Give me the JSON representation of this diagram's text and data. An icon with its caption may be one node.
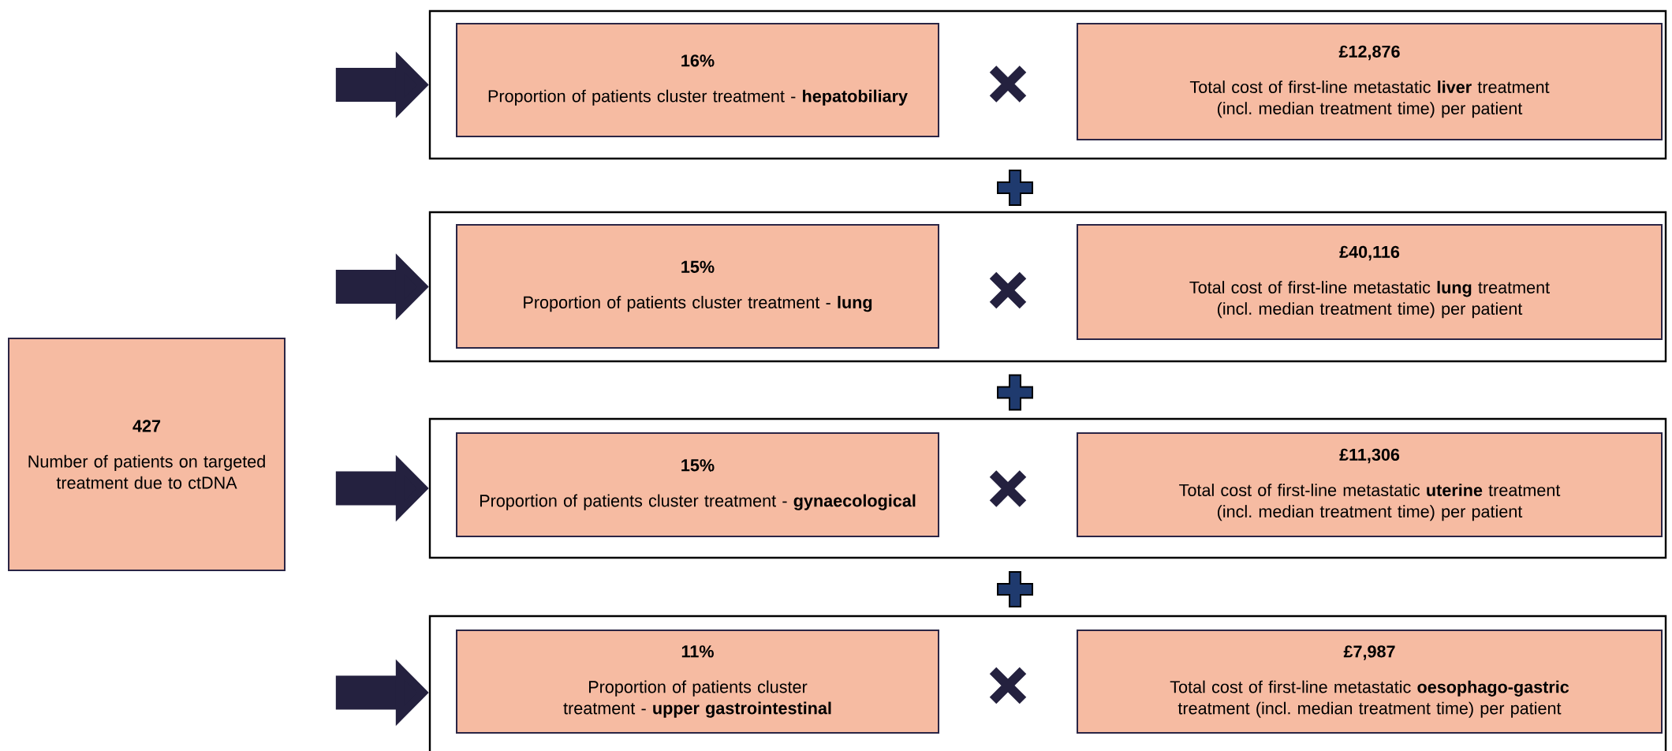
{
  "diagram": {
    "nodes": [
      {
        "text": [
          "427",
          "Number of patients on targeted treatment due to ctDNA"
        ]
      },
      {
        "text": [],
        "shape": "box"
      },
      {
        "text": [
          "16%",
          "Proportion of patients cluster treatment - **hepatobiliary**"
        ],
        "in": 1
      },
      {
        "text": [
          "£12,876",
          "Total cost of first-line metastatic **liver** treatment (incl. median treatment time) per patient"
        ],
        "in": 1
      },
      {
        "text": [],
        "shape": "box"
      },
      {
        "text": [
          "15%",
          "Proportion of patients cluster treatment - **lung**"
        ],
        "in": 4
      },
      {
        "text": [
          "£40,116",
          "Total cost of first-line metastatic **lung** treatment (incl. median treatment time) per patient"
        ],
        "in": 4
      },
      {
        "text": [],
        "shape": "box"
      },
      {
        "text": [
          "15%",
          "Proportion of patients cluster treatment - **gynaecological**"
        ],
        "in": 7
      },
      {
        "text": [
          "£11,306",
          "Total cost of first-line metastatic **uterine** treatment (incl. median treatment time) per patient"
        ],
        "in": 7
      },
      {
        "text": [],
        "shape": "box"
      },
      {
        "text": [
          "11%",
          "Proportion of patients cluster treatment - **upper gastrointestinal**"
        ],
        "in": 10
      },
      {
        "text": [
          "£7,987",
          "Total cost of first-line metastatic **oesophago-gastric** treatment (incl. median treatment time) per patient"
        ],
        "in": 10
      }
    ],
    "edges": [
      {
        "from": null,
        "to": 1,
        "arrow": "to"
      },
      {
        "from": null,
        "to": 4,
        "arrow": "to"
      },
      {
        "from": null,
        "to": 7,
        "arrow": "to"
      },
      {
        "from": null,
        "to": 10,
        "arrow": "to"
      }
    ]
  }
}
